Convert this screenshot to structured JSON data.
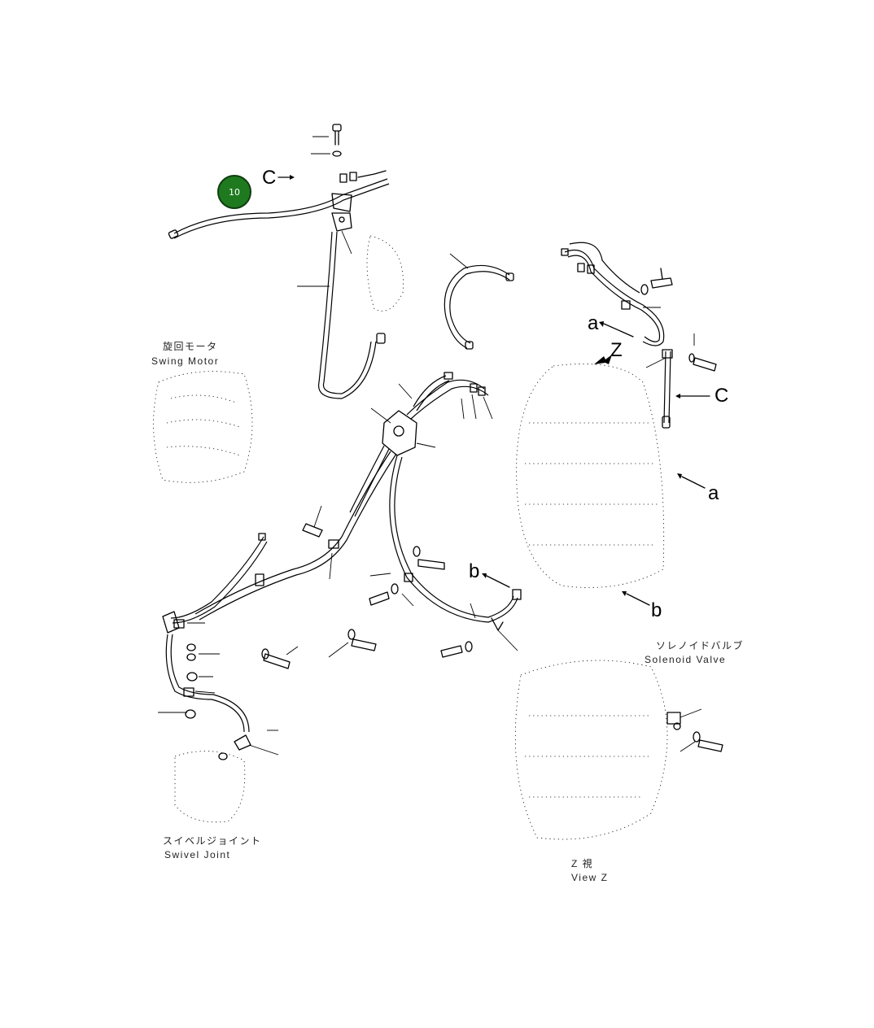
{
  "callout": {
    "number": "10",
    "color": "#1f7a1f",
    "ring": "#0f3d0f"
  },
  "letters": {
    "c_top": "C",
    "c_right": "C",
    "a_upper": "a",
    "a_lower": "a",
    "z": "Z",
    "b_left": "b",
    "b_right": "b"
  },
  "captions": {
    "swing_motor_jp": "旋回モータ",
    "swing_motor_en": "Swing Motor",
    "solenoid_jp": "ソレノイドバルブ",
    "solenoid_en": "Solenoid Valve",
    "swivel_jp": "スイベルジョイント",
    "swivel_en": "Swivel Joint",
    "view_jp": "Z 視",
    "view_en": "View Z"
  }
}
